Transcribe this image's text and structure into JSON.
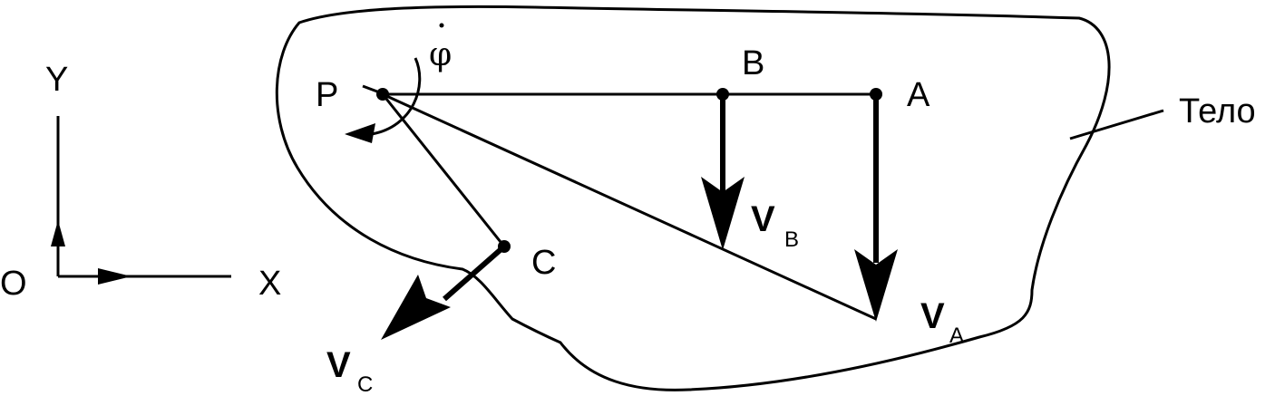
{
  "labels": {
    "axis_y": "Y",
    "origin": "O",
    "axis_x": "X",
    "point_p": "P",
    "point_b": "B",
    "point_a": "A",
    "point_c": "C",
    "phi_dot": "φ",
    "body": "Тело",
    "vec_v": "V",
    "sub_b": "B",
    "sub_a": "A",
    "sub_c": "C"
  },
  "colors": {
    "ink": "#000000",
    "background": "#ffffff"
  }
}
